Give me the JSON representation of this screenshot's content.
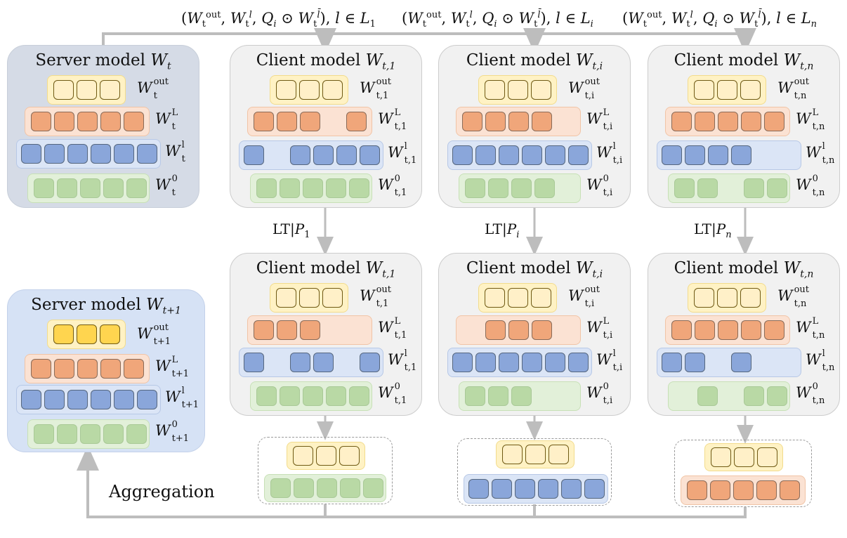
{
  "top_labels": [
    "(W_t^out, W_t^l, Q_i ⊙ W_t^l̄), l ∈ L_1",
    "(W_t^out, W_t^l, Q_i ⊙ W_t^l̄), l ∈ L_i",
    "(W_t^out, W_t^l, Q_i ⊙ W_t^l̄), l ∈ L_n"
  ],
  "server_top": {
    "title_text": "Server model ",
    "title_math": "W",
    "title_sub": "t",
    "rows": [
      {
        "label_base": "W",
        "label_sup": "out",
        "label_sub": "t"
      },
      {
        "label_base": "W",
        "label_sup": "L",
        "label_sub": "t"
      },
      {
        "label_base": "W",
        "label_sup": "l",
        "label_sub": "t"
      },
      {
        "label_base": "W",
        "label_sup": "0",
        "label_sub": "t"
      }
    ]
  },
  "server_bottom": {
    "title_text": "Server model ",
    "title_math": "W",
    "title_sub": "t+1",
    "rows": [
      {
        "label_base": "W",
        "label_sup": "out",
        "label_sub": "t+1"
      },
      {
        "label_base": "W",
        "label_sup": "L",
        "label_sub": "t+1"
      },
      {
        "label_base": "W",
        "label_sup": "l",
        "label_sub": "t+1"
      },
      {
        "label_base": "W",
        "label_sup": "0",
        "label_sub": "t+1"
      }
    ]
  },
  "clients": [
    {
      "title_text": "Client model ",
      "title_math": "W",
      "title_sub": "t,1",
      "sub": "t,1",
      "lt": "LT|",
      "lt_p": "P",
      "lt_sub": "1"
    },
    {
      "title_text": "Client model ",
      "title_math": "W",
      "title_sub": "t,i",
      "sub": "t,i",
      "lt": "LT|",
      "lt_p": "P",
      "lt_sub": "i"
    },
    {
      "title_text": "Client model ",
      "title_math": "W",
      "title_sub": "t,n",
      "sub": "t,n",
      "lt": "LT|",
      "lt_p": "P",
      "lt_sub": "n"
    }
  ],
  "aggregation_label": "Aggregation",
  "colors": {
    "out": "#fff0c8",
    "out_filled": "#ffd54f",
    "L": "#f0a67a",
    "l": "#8aa6da",
    "zero": "#b9d9a5",
    "wire": "#bdbdbd"
  }
}
